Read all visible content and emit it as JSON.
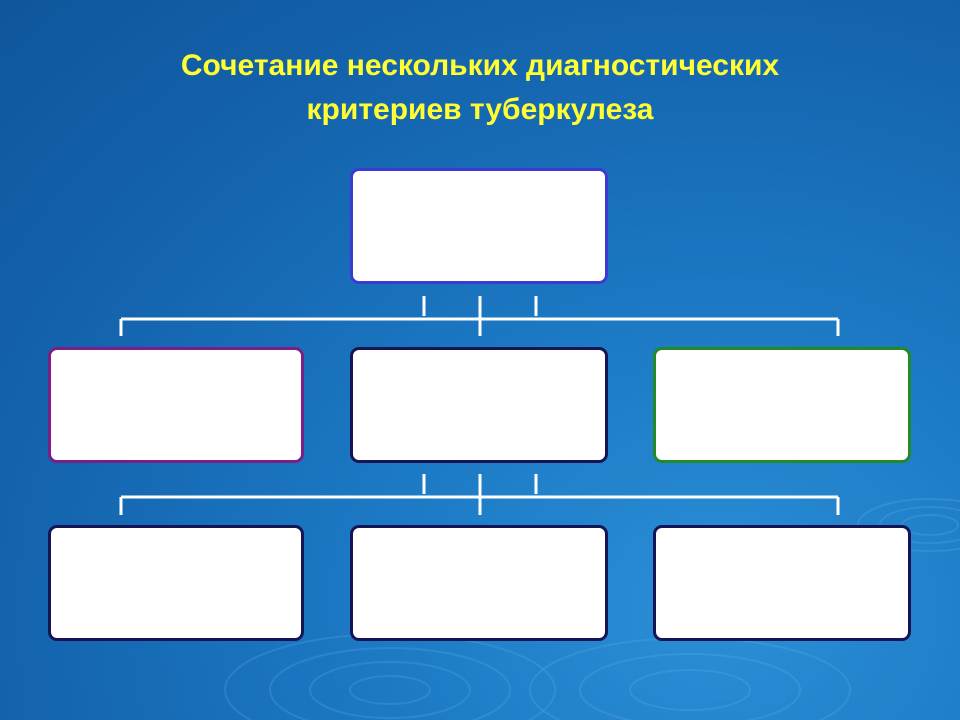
{
  "slide": {
    "title_line1": "Сочетание нескольких диагностических",
    "title_line2": "критериев туберкулеза",
    "title_color": "#ffff33",
    "background_color": "#1a6fb8"
  },
  "diagram": {
    "boxes": [
      {
        "id": "top",
        "label": "",
        "border_color": "#3b3bd0"
      },
      {
        "id": "level1-left",
        "label": "",
        "border_color": "#7a1f87"
      },
      {
        "id": "level1-center",
        "label": "",
        "border_color": "#151555"
      },
      {
        "id": "level1-right",
        "label": "",
        "border_color": "#238a2a"
      },
      {
        "id": "level2-left",
        "label": "",
        "border_color": "#151555"
      },
      {
        "id": "level2-center",
        "label": "",
        "border_color": "#151555"
      },
      {
        "id": "level2-right",
        "label": "",
        "border_color": "#151555"
      }
    ]
  }
}
